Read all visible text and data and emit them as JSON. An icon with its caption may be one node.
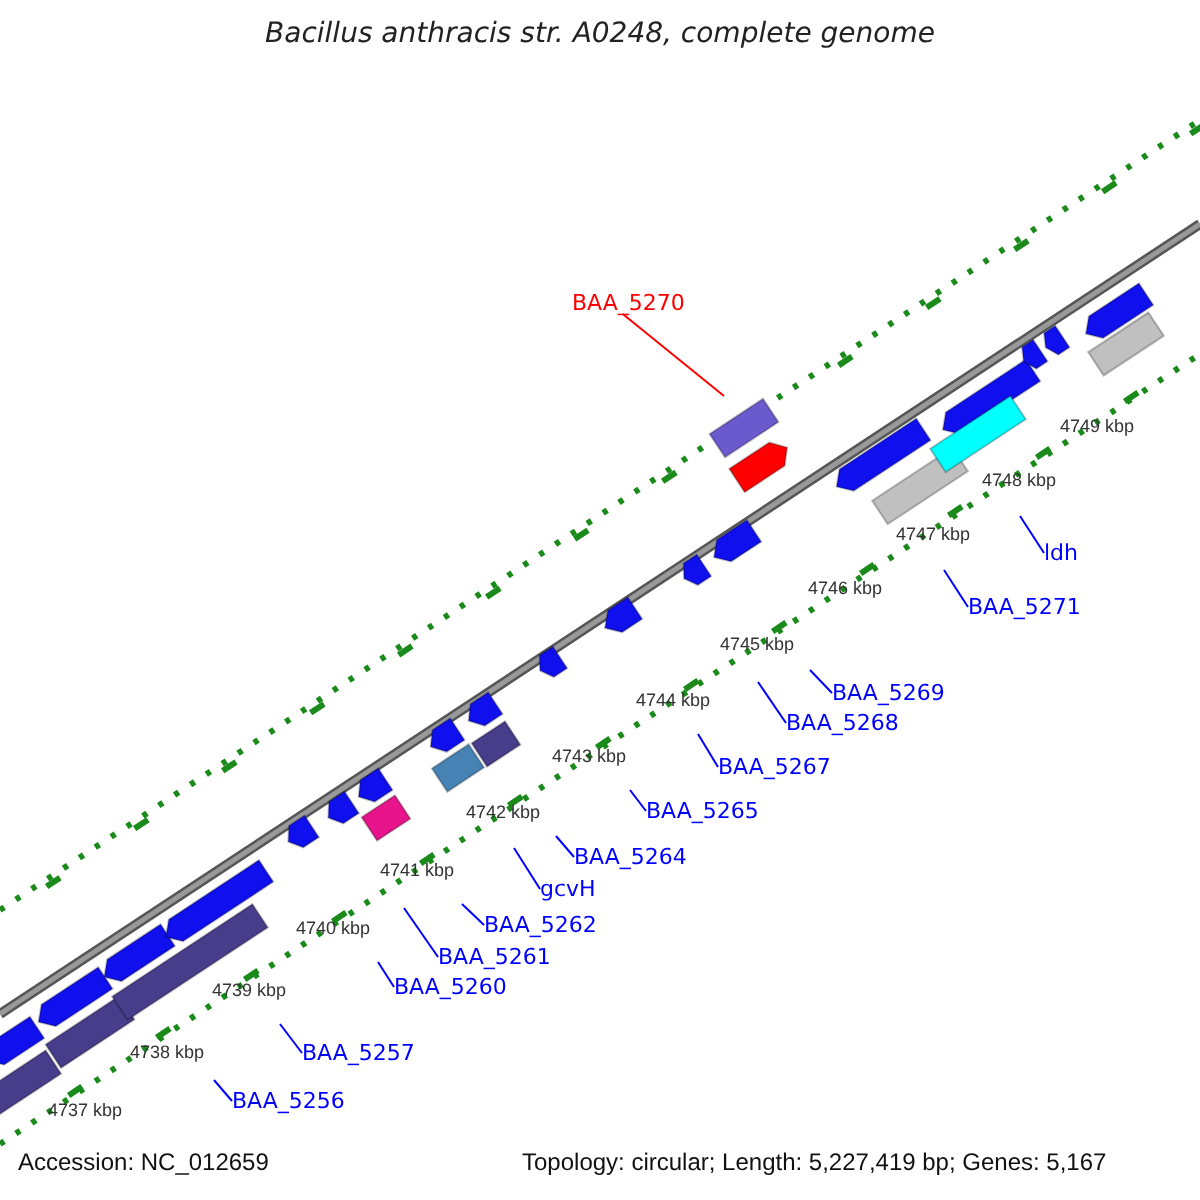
{
  "diagram": {
    "title": "Bacillus anthracis str. A0248, complete genome",
    "nodes": [
      {
        "text": [
          "BAA_5270"
        ]
      },
      {
        "text": [
          "ldh"
        ]
      },
      {
        "text": [
          "BAA_5271"
        ]
      },
      {
        "text": [
          "BAA_5269"
        ]
      },
      {
        "text": [
          "BAA_5268"
        ]
      },
      {
        "text": [
          "BAA_5267"
        ]
      },
      {
        "text": [
          "BAA_5265"
        ]
      },
      {
        "text": [
          "BAA_5264"
        ]
      },
      {
        "text": [
          "gcvH"
        ]
      },
      {
        "text": [
          "BAA_5262"
        ]
      },
      {
        "text": [
          "BAA_5261"
        ]
      },
      {
        "text": [
          "BAA_5260"
        ]
      },
      {
        "text": [
          "BAA_5257"
        ]
      },
      {
        "text": [
          "BAA_5256"
        ]
      }
    ],
    "edges": [
      {
        "from": 0,
        "to": null,
        "arrow": "none",
        "color": "#ff0000"
      },
      {
        "from": 1,
        "to": null,
        "arrow": "none"
      },
      {
        "from": 2,
        "to": null,
        "arrow": "none"
      },
      {
        "from": 3,
        "to": null,
        "arrow": "none"
      },
      {
        "from": 4,
        "to": null,
        "arrow": "none"
      },
      {
        "from": 5,
        "to": null,
        "arrow": "none"
      },
      {
        "from": 6,
        "to": null,
        "arrow": "none"
      },
      {
        "from": 7,
        "to": null,
        "arrow": "none"
      },
      {
        "from": 8,
        "to": null,
        "arrow": "none"
      },
      {
        "from": 9,
        "to": null,
        "arrow": "none"
      },
      {
        "from": 10,
        "to": null,
        "arrow": "none"
      },
      {
        "from": 11,
        "to": null,
        "arrow": "none"
      },
      {
        "from": 12,
        "to": null,
        "arrow": "none"
      },
      {
        "from": 13,
        "to": null,
        "arrow": "none"
      }
    ],
    "labels": [
      "4749 kbp",
      "4748 kbp",
      "4747 kbp",
      "4746 kbp",
      "4745 kbp",
      "4744 kbp",
      "4743 kbp",
      "4742 kbp",
      "4741 kbp",
      "4740 kbp",
      "4739 kbp",
      "4738 kbp",
      "4737 kbp",
      "Accession: NC_012659",
      "Topology: circular; Length: 5,227,419 bp; Genes: 5,167"
    ]
  }
}
